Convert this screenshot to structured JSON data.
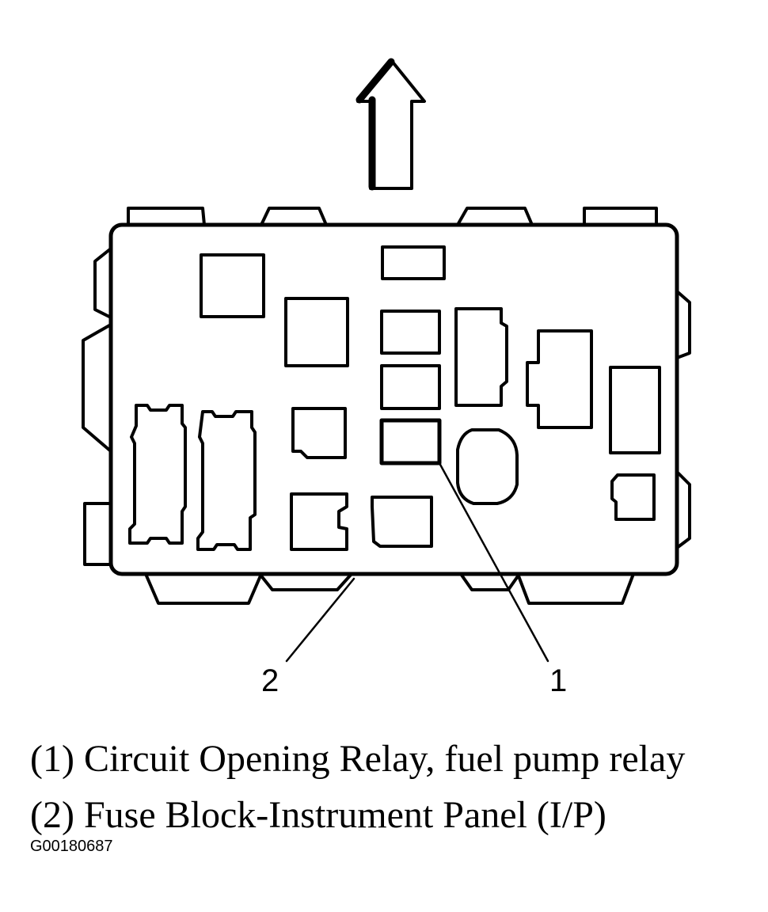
{
  "callouts": [
    {
      "number": "1",
      "target": "relay-socket"
    },
    {
      "number": "2",
      "target": "fuse-block-housing"
    }
  ],
  "legend": [
    {
      "text": "(1) Circuit Opening Relay, fuel pump relay"
    },
    {
      "text": "(2) Fuse Block-Instrument Panel (I/P)"
    }
  ],
  "figure_id": "G00180687",
  "colors": {
    "line": "#000000",
    "background": "#ffffff"
  }
}
